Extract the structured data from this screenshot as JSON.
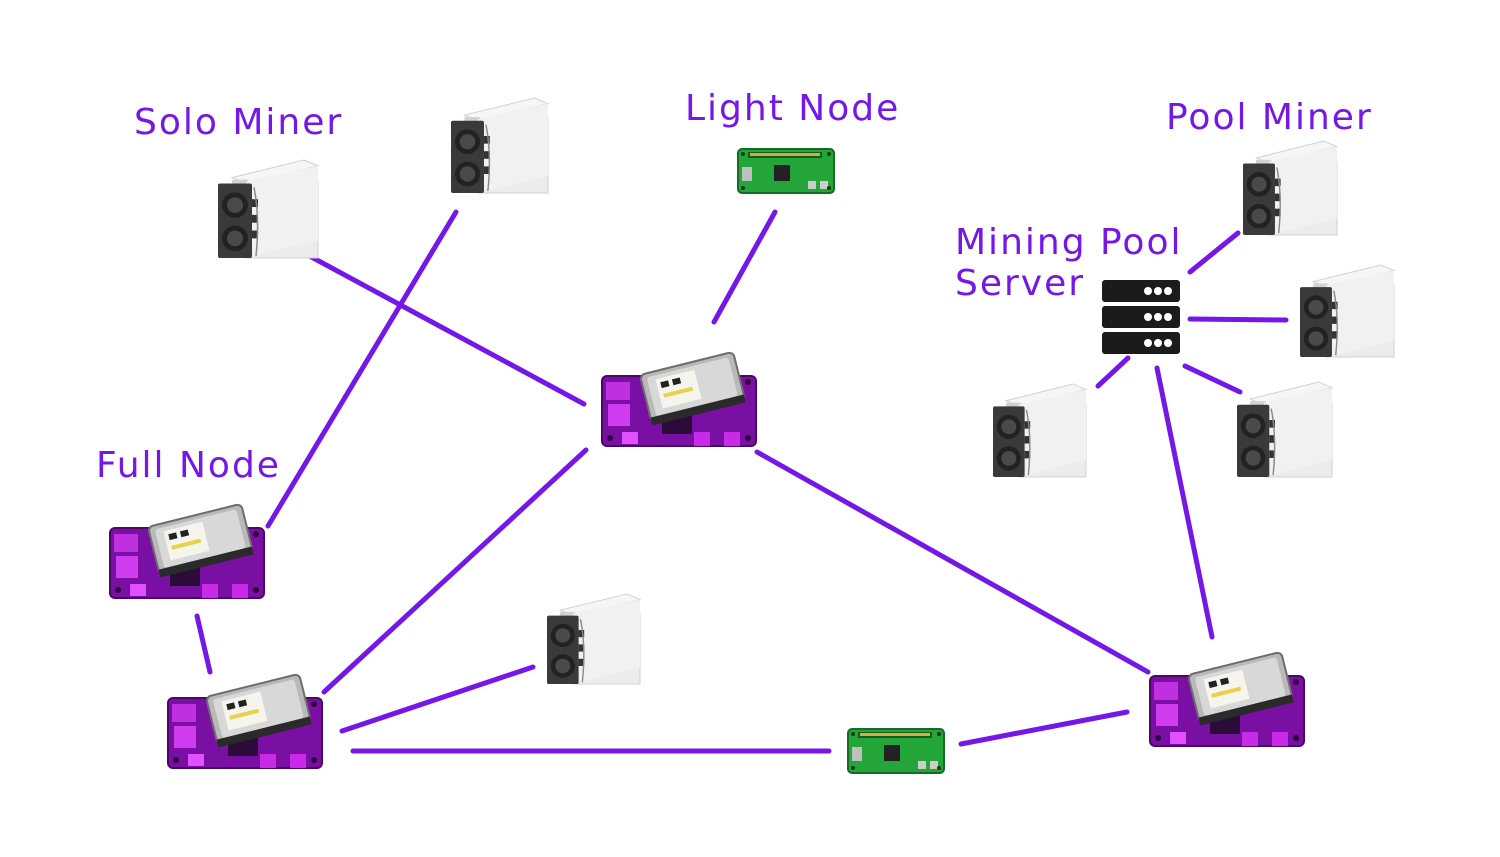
{
  "labels": {
    "solo_miner": "Solo Miner",
    "light_node": "Light Node",
    "pool_miner": "Pool Miner",
    "mining_pool_server_line1": "Mining Pool",
    "mining_pool_server_line2": "Server",
    "full_node": "Full Node"
  },
  "colors": {
    "accent": "#7417e8",
    "node_board": "#7a0fa3",
    "light_board": "#1fa53b",
    "miner_body": "#e8e8e8",
    "server": "#1b1b1b"
  },
  "icons": {
    "full_node": "raspberry-pi-with-hard-drive-icon",
    "light_node": "raspberry-pi-zero-icon",
    "miner": "asic-miner-icon",
    "server": "server-rack-icon"
  }
}
